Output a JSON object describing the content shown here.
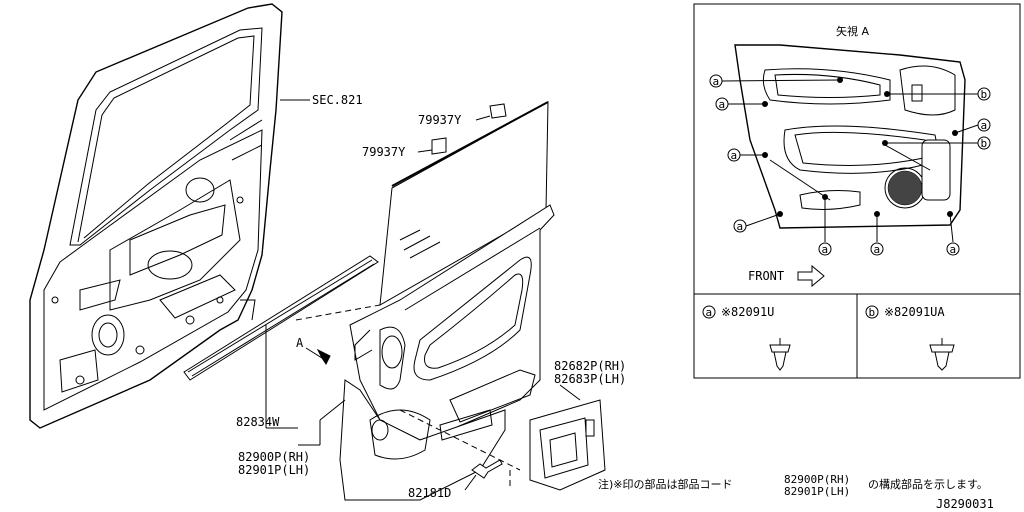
{
  "labels": {
    "sec": "SEC.821",
    "clip_upper": "79937Y",
    "clip_lower": "79937Y",
    "seal": "82834W",
    "trim_rh": "82900P(RH)",
    "trim_lh": "82901P(LH)",
    "screw": "82181D",
    "pocket_rh": "82682P(RH)",
    "pocket_lh": "82683P(LH)",
    "view_arrow": "A",
    "view_title": "矢視 A",
    "front": "FRONT",
    "clip_a_marker": "a",
    "clip_b_marker": "b",
    "clip_a_part": "※82091U",
    "clip_b_part": "※82091UA",
    "note_prefix": "注)※印の部品は部品コード",
    "note_code_rh": "82900P(RH)",
    "note_code_lh": "82901P(LH)",
    "note_suffix": "の構成部品を示します。",
    "diagram_code": "J8290031"
  }
}
